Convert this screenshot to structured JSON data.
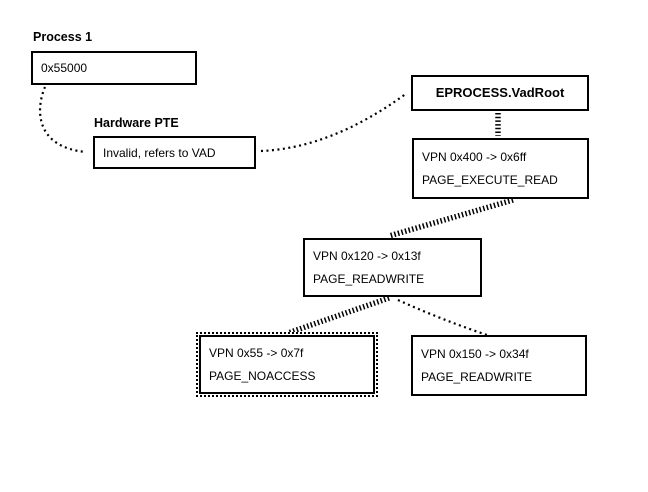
{
  "diagram": {
    "title_meaning": "VAD tree translation of an invalid address",
    "background_color": "#ffffff",
    "ink_color": "#000000",
    "labels": {
      "process": "Process 1",
      "hardware_pte": "Hardware PTE"
    },
    "nodes": {
      "process_address": {
        "text": "0x55000"
      },
      "pte": {
        "text": "Invalid, refers to VAD"
      },
      "vad_root_pointer": {
        "text": "EPROCESS.VadRoot"
      },
      "vad400": {
        "range": "VPN 0x400 -> 0x6ff",
        "protection": "PAGE_EXECUTE_READ"
      },
      "vad120": {
        "range": "VPN 0x120 -> 0x13f",
        "protection": "PAGE_READWRITE"
      },
      "vad55": {
        "range": "VPN 0x55 -> 0x7f",
        "protection": "PAGE_NOACCESS"
      },
      "vad150": {
        "range": "VPN 0x150 -> 0x34f",
        "protection": "PAGE_READWRITE"
      }
    },
    "edges": [
      {
        "from": "process_address",
        "to": "pte",
        "style": "dotted-curve"
      },
      {
        "from": "pte",
        "to": "vad_root_pointer",
        "style": "dotted-curve"
      },
      {
        "from": "vad_root_pointer",
        "to": "vad400",
        "style": "heavy-dashed"
      },
      {
        "from": "vad400",
        "to": "vad120",
        "style": "heavy-dashed"
      },
      {
        "from": "vad120",
        "to": "vad55",
        "style": "heavy-dashed"
      },
      {
        "from": "vad120",
        "to": "vad150",
        "style": "dotted"
      }
    ],
    "highlight": {
      "node": "vad55",
      "border": "dotted-outline"
    }
  }
}
